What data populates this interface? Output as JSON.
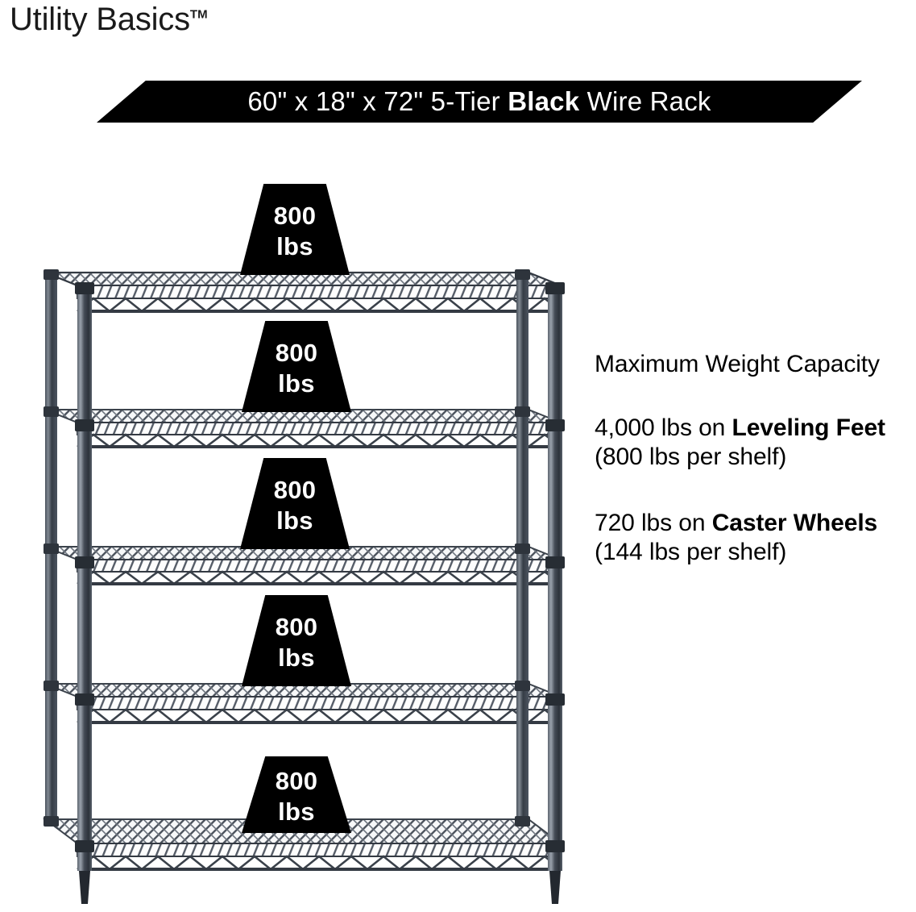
{
  "brand": {
    "name": "Utility Basics",
    "trademark": "TM"
  },
  "banner": {
    "prefix": "60\" x 18\" x 72\" 5-Tier ",
    "emphasis": "Black",
    "suffix": " Wire Rack",
    "background_color": "#000000",
    "text_color": "#ffffff"
  },
  "copy": {
    "heading": "Maximum Weight Capacity",
    "para1": {
      "lead": "4,000 lbs on ",
      "emphasis": "Leveling Feet",
      "tail": " (800 lbs per shelf)"
    },
    "para2": {
      "lead": "720 lbs on ",
      "emphasis": "Caster Wheels",
      "tail": " (144 lbs per shelf)"
    }
  },
  "badges": [
    {
      "number": "800",
      "unit": "lbs"
    },
    {
      "number": "800",
      "unit": "lbs"
    },
    {
      "number": "800",
      "unit": "lbs"
    },
    {
      "number": "800",
      "unit": "lbs"
    },
    {
      "number": "800",
      "unit": "lbs"
    }
  ],
  "product": {
    "shelf_count": 5,
    "frame_color": "#3a4049",
    "mesh_color": "#4a515c"
  }
}
